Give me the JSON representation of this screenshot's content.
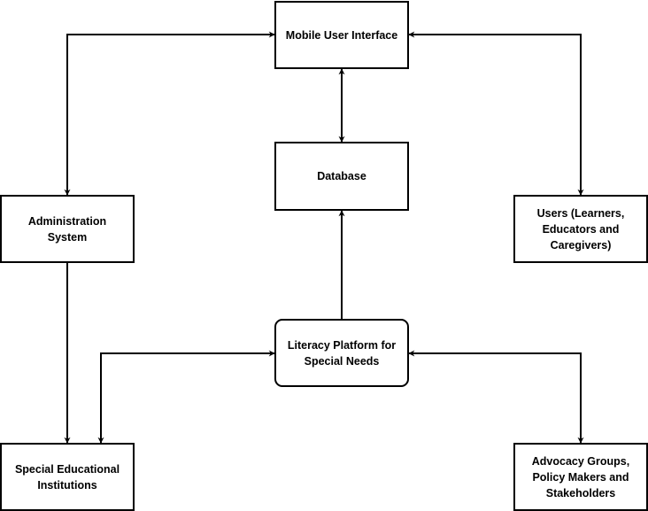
{
  "nodes": {
    "mobile_ui": {
      "label": "Mobile User Interface"
    },
    "database": {
      "label": "Database"
    },
    "admin": {
      "label": "Administration\nSystem"
    },
    "users": {
      "label": "Users (Learners,\nEducators and\nCaregivers)"
    },
    "platform": {
      "label": "Literacy Platform for\nSpecial Needs"
    },
    "institutions": {
      "label": "Special Educational\nInstitutions"
    },
    "advocacy": {
      "label": "Advocacy Groups,\nPolicy Makers and\nStakeholders"
    }
  },
  "edges": [
    {
      "from": "mobile_ui",
      "to": "admin",
      "direction": "both"
    },
    {
      "from": "mobile_ui",
      "to": "users",
      "direction": "both"
    },
    {
      "from": "mobile_ui",
      "to": "database",
      "direction": "both"
    },
    {
      "from": "platform",
      "to": "database",
      "direction": "forward"
    },
    {
      "from": "admin",
      "to": "institutions",
      "direction": "forward"
    },
    {
      "from": "platform",
      "to": "institutions",
      "direction": "both"
    },
    {
      "from": "platform",
      "to": "advocacy",
      "direction": "both"
    }
  ],
  "colors": {
    "stroke": "#000000",
    "fill": "#ffffff"
  }
}
